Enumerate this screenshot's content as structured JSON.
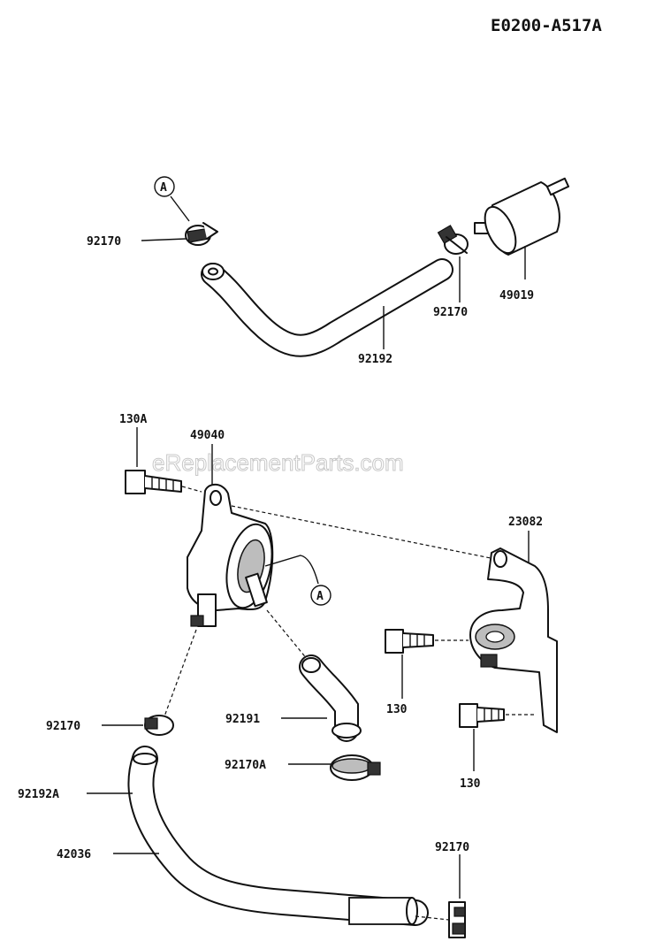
{
  "diagram_code": "E0200-A517A",
  "watermark": "eReplacementParts.com",
  "reference_marker": "A",
  "parts": {
    "clamp_top_left": "92170",
    "clamp_top_right": "92170",
    "filter": "49019",
    "hose_top": "92192",
    "bolt_top": "130A",
    "pump": "49040",
    "bracket": "23082",
    "bolt_upper": "130",
    "bolt_lower": "130",
    "clamp_mid_left": "92170",
    "hose_elbow": "92191",
    "clamp_elbow": "92170A",
    "hose_bottom_label_a": "92192A",
    "hose_bottom_label_b": "42036",
    "clamp_bottom": "92170"
  }
}
